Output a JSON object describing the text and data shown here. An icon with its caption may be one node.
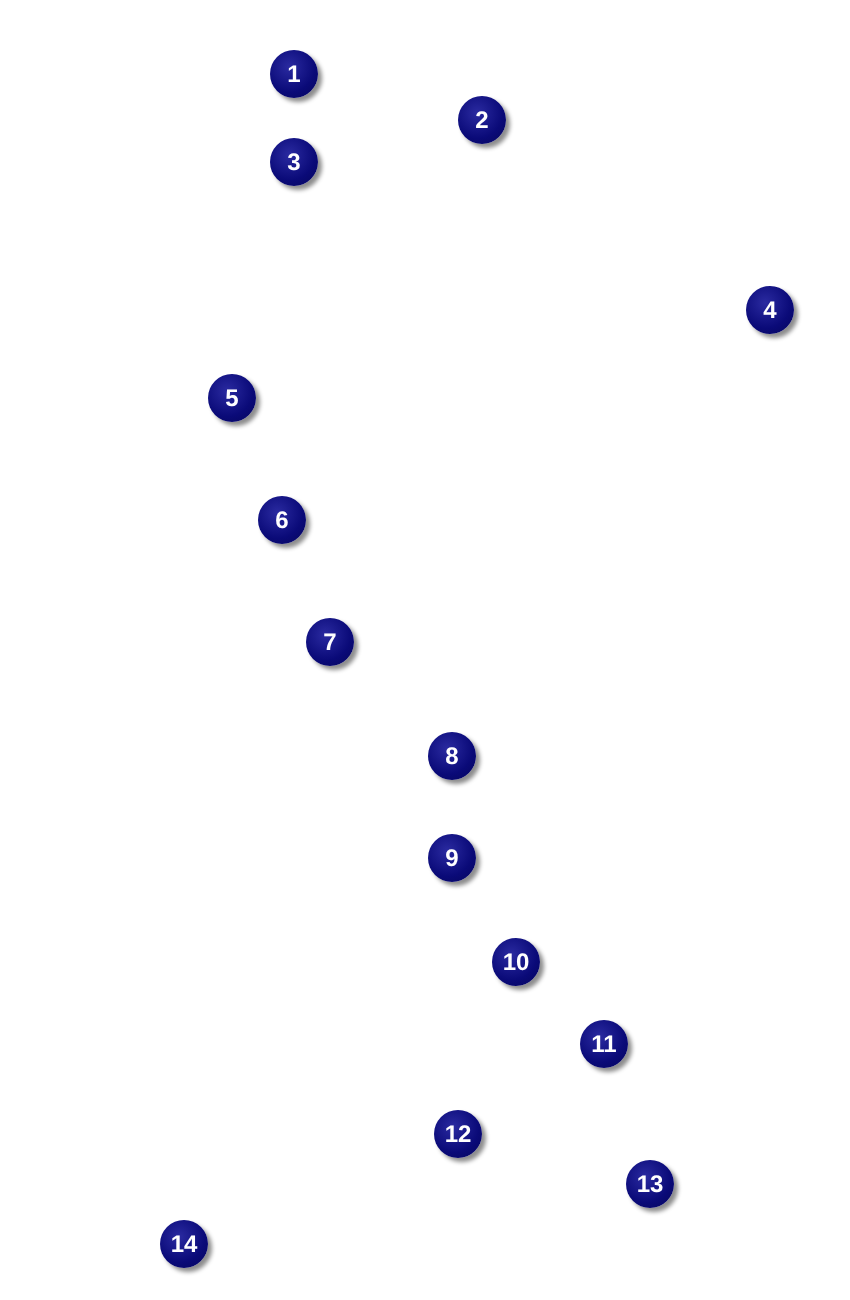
{
  "diagram": {
    "labels": [
      "1",
      "2",
      "3",
      "4",
      "5",
      "6",
      "7",
      "8",
      "9",
      "10",
      "11",
      "12",
      "13",
      "14"
    ]
  }
}
